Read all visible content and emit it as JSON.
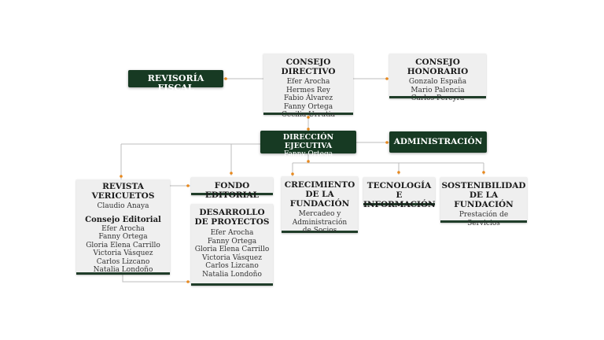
{
  "revisoria": {
    "title": "REVISORÍA FISCAL"
  },
  "consejo_directivo": {
    "title": "CONSEJO DIRECTIVO",
    "members": [
      "Efer Arocha",
      "Hermes Rey",
      "Fabio Álvarez",
      "Fanny Ortega",
      "Cecilia Urrutia"
    ]
  },
  "consejo_honorario": {
    "title": "CONSEJO HONORARIO",
    "members": [
      "Gonzalo España",
      "Mario Palencia",
      "Carlos Pereyra"
    ]
  },
  "direccion": {
    "title": "DIRECCIÓN EJECUTIVA",
    "name": "Fanny Ortega"
  },
  "administracion": {
    "title": "ADMINISTRACIÓN"
  },
  "revista": {
    "title": "REVISTA VERICUETOS",
    "name": "Claudio Anaya",
    "subtitle": "Consejo Editorial",
    "members": [
      "Efer Arocha",
      "Fanny Ortega",
      "Gloria Elena Carrillo",
      "Victoria Vásquez",
      "Carlos Lizcano",
      "Natalia Londoño"
    ]
  },
  "fondo": {
    "title": "FONDO EDITORIAL"
  },
  "desarrollo": {
    "title": "DESARROLLO DE PROYECTOS",
    "members": [
      "Efer Arocha",
      "Fanny Ortega",
      "Gloria Elena Carrillo",
      "Victoria Vásquez",
      "Carlos Lizcano",
      "Natalia Londoño"
    ]
  },
  "crecimiento": {
    "title": "CRECIMIENTO DE LA FUNDACIÓN",
    "lines": [
      "Mercadeo y",
      "Administración",
      "de Socios"
    ]
  },
  "tecnologia": {
    "title": "TECNOLOGÍA E INFORMACIÓN"
  },
  "sostenibilidad": {
    "title": "SOSTENIBILIDAD DE LA FUNDACIÓN",
    "lines": [
      "Prestación de",
      "Servicios"
    ]
  },
  "colors": {
    "dark_green": "#173a23",
    "box_gray": "#efefef",
    "connector": "#bdbdbd",
    "arrow": "#e8891e"
  }
}
